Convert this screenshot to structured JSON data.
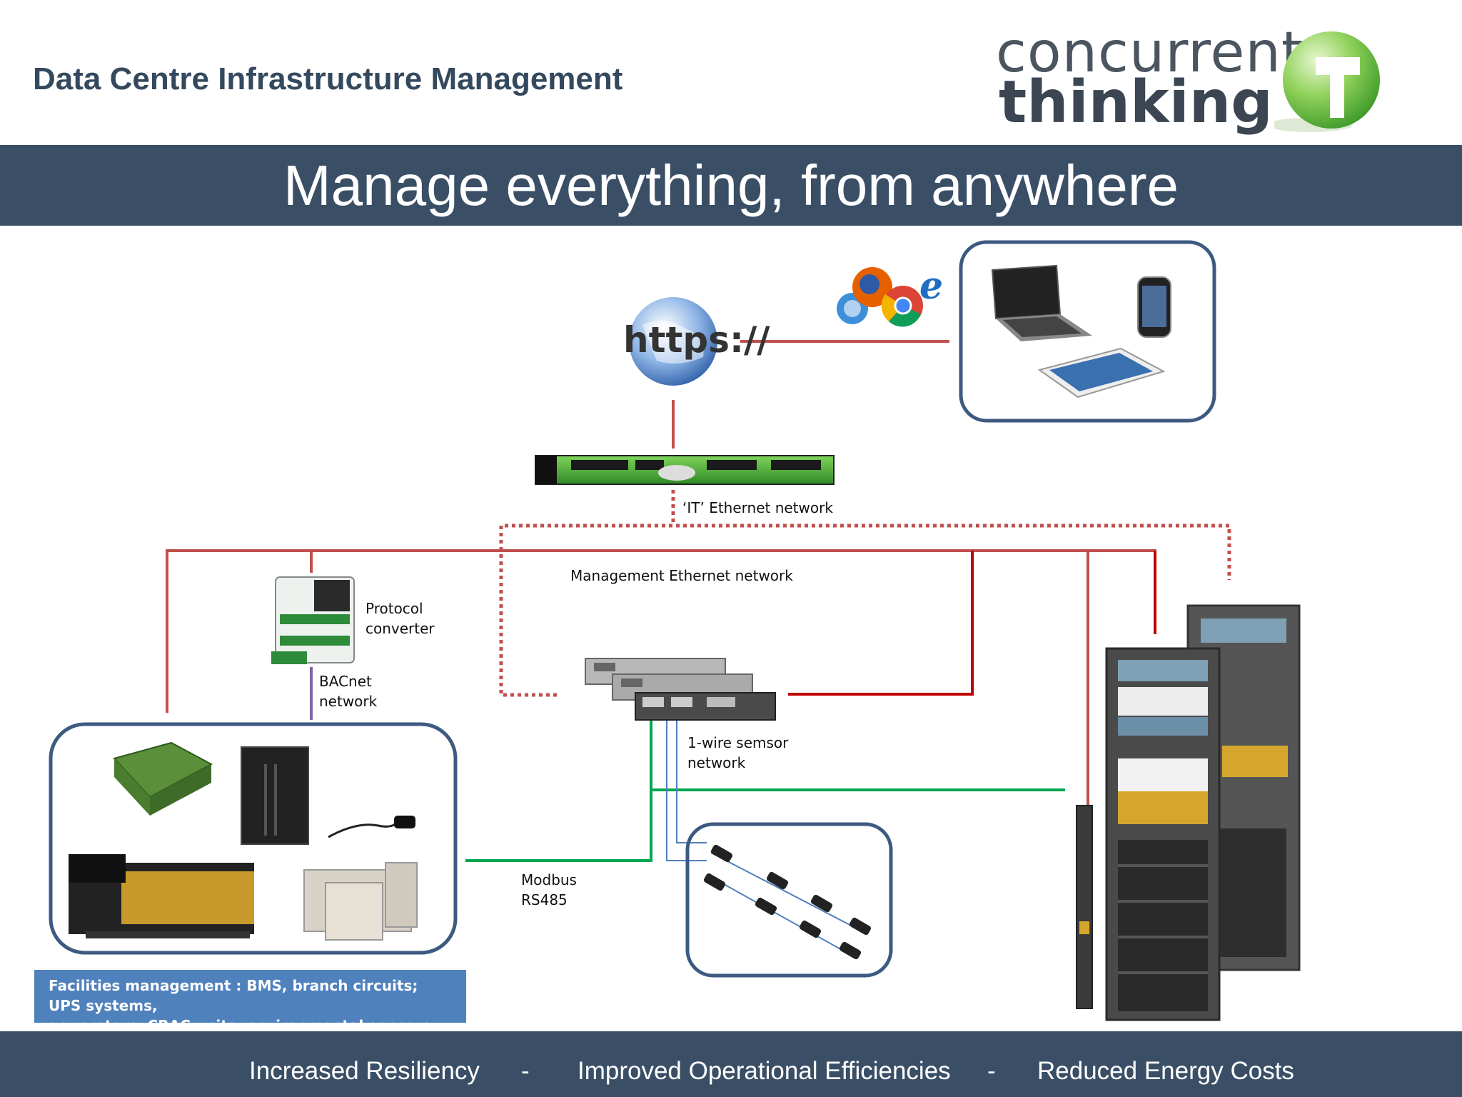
{
  "header": {
    "title": "Data Centre Infrastructure Management",
    "logo_line1": "concurrent",
    "logo_line2": "thinking"
  },
  "banner": {
    "text": "Manage everything, from anywhere"
  },
  "labels": {
    "it_ethernet": "‘IT’ Ethernet network",
    "mgmt_ethernet": "Management Ethernet network",
    "protocol_converter_1": "Protocol",
    "protocol_converter_2": "converter",
    "bacnet_1": "BACnet",
    "bacnet_2": "network",
    "onewire_1": "1-wire semsor",
    "onewire_2": "network",
    "modbus_1": "Modbus",
    "modbus_2": "RS485",
    "https_text": "https://"
  },
  "facilities_box": {
    "line1": "Facilities management : BMS, branch circuits; UPS systems,",
    "line2": "generators, CRAC units, environmental sensors etc.."
  },
  "footer": {
    "item1": "Increased Resiliency",
    "sep1": "-",
    "item2": "Improved Operational Efficiencies",
    "sep2": "-",
    "item3": "Reduced Energy Costs"
  },
  "colors": {
    "navy": "#3a4f66",
    "mgmt_line": "#c0504d",
    "it_line": "#c0504d",
    "green_line": "#00a651",
    "bacnet_line": "#8064a2",
    "box_border": "#3d5a80"
  }
}
